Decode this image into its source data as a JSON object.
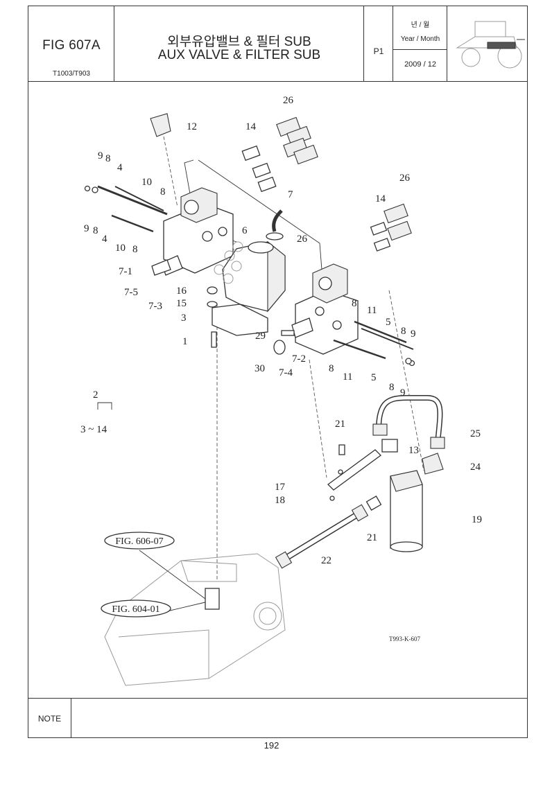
{
  "header": {
    "figure": "FIG 607A",
    "model": "T1003/T903",
    "title_ko": "외부유압밸브 & 필터 SUB",
    "title_en": "AUX VALVE & FILTER SUB",
    "page_ref": "P1",
    "year_month_ko": "년 / 월",
    "year_month_en": "Year / Month",
    "date": "2009 / 12"
  },
  "drawing": {
    "callouts": [
      "26",
      "12",
      "14",
      "9",
      "8",
      "4",
      "10",
      "8",
      "7",
      "26",
      "14",
      "9",
      "8",
      "4",
      "10",
      "8",
      "6",
      "26",
      "7-1",
      "7-5",
      "16",
      "15",
      "7-3",
      "3",
      "1",
      "8",
      "11",
      "5",
      "8",
      "9",
      "29",
      "7-2",
      "30",
      "7-4",
      "8",
      "11",
      "5",
      "8",
      "9",
      "2",
      "3 ~ 14",
      "21",
      "25",
      "13",
      "24",
      "17",
      "18",
      "19",
      "21",
      "22"
    ],
    "refs": [
      "FIG. 606-07",
      "FIG. 604-01"
    ],
    "drawing_code": "T993-K-607"
  },
  "note": {
    "label": "NOTE"
  },
  "footer": {
    "page_number": "192"
  }
}
